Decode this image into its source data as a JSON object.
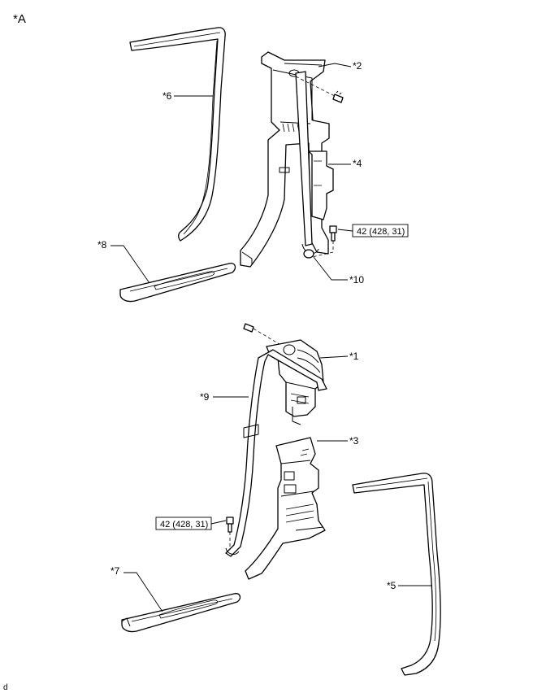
{
  "figure_label": "*A",
  "footer_mark": "d",
  "callouts": {
    "p1": "*1",
    "p2": "*2",
    "p3": "*3",
    "p4": "*4",
    "p5": "*5",
    "p6": "*6",
    "p7": "*7",
    "p8": "*8",
    "p9": "*9",
    "p10": "*10"
  },
  "torque_specs": {
    "upper": "42 (428, 31)",
    "lower": "42 (428, 31)"
  }
}
